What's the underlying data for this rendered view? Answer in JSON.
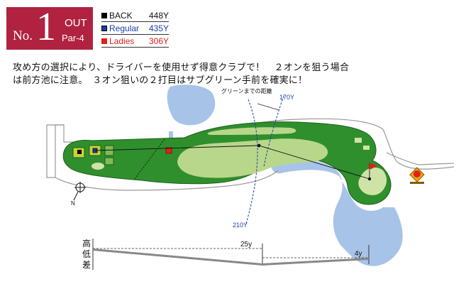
{
  "hole": {
    "prefix": "No.",
    "number": "1",
    "side": "OUT",
    "par": "Par-4",
    "badge_color": "#b0223f"
  },
  "tees": [
    {
      "name": "BACK",
      "yards": "448Y",
      "color": "#000000",
      "text_color": "#111111"
    },
    {
      "name": "Regular",
      "yards": "435Y",
      "color": "#1a3fa8",
      "text_color": "#1a3fa8"
    },
    {
      "name": "Ladies",
      "yards": "306Y",
      "color": "#e0201b",
      "text_color": "#e0201b"
    }
  ],
  "description": {
    "line1": "攻め方の選択により、ドライバーを使用せず得意クラブで！　２オンを狙う場合",
    "line2": "は前方池に注意。　３オン狙いの２打目はサブグリーン手前を確実に！"
  },
  "map": {
    "green_distance_label": "グリーンまでの距離",
    "marker_170": "170Y",
    "marker_210": "210Y",
    "compass_label": "N",
    "colors": {
      "water": "#a7c4e8",
      "rough": "#2f8f2c",
      "fairway": "#b8d78a",
      "green": "#cfe3a6",
      "accent": "#c9d13a"
    }
  },
  "elevation": {
    "label": [
      "高",
      "低",
      "差"
    ],
    "mark_1": "25y",
    "mark_2": "4y"
  }
}
